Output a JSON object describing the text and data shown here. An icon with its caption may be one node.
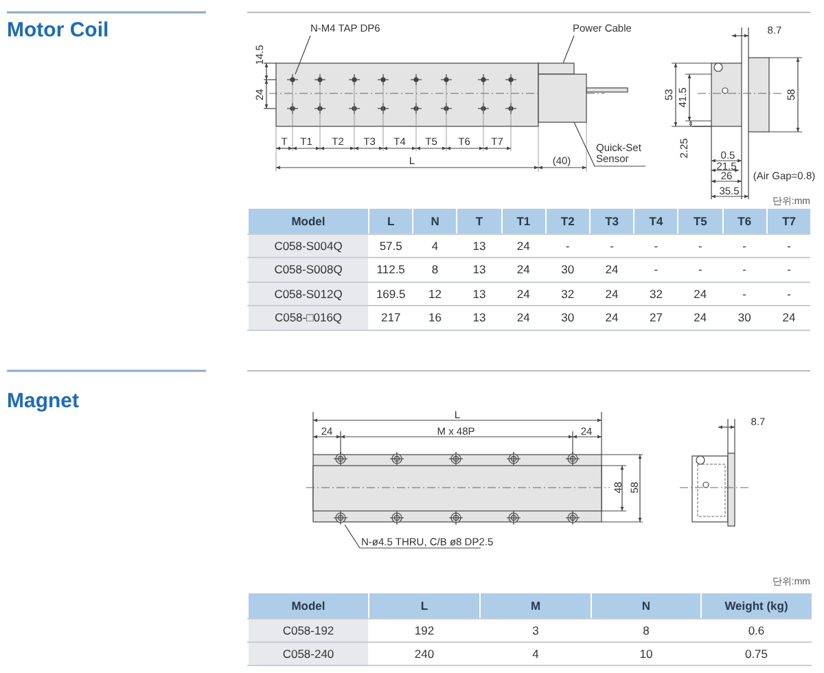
{
  "diagram": {
    "nodes": [
      {
        "text": [
          "N-M4 TAP DP6"
        ]
      },
      {
        "text": [
          "Power Cable"
        ]
      },
      {
        "text": [
          "Quick-Set Sensor"
        ]
      },
      {
        "text": [
          "N-ø4.5 THRU, C/B ø8 DP2.5"
        ]
      },
      {
        "text": [],
        "shape": "circle"
      },
      {
        "text": [],
        "shape": "box"
      },
      {
        "text": [],
        "shape": "box"
      },
      {
        "text": [],
        "shape": "circle"
      }
    ],
    "edges": [
      {
        "from": 0,
        "to": 4,
        "arrow": "none"
      },
      {
        "from": 1,
        "to": 5,
        "arrow": "none"
      },
      {
        "from": 2,
        "to": 6,
        "arrow": "none"
      },
      {
        "from": 3,
        "to": 7,
        "arrow": "none"
      }
    ],
    "labels": [
      "Motor Coil",
      "14.5",
      "24",
      "T",
      "T1",
      "T2",
      "T3",
      "T4",
      "T5",
      "T6",
      "T7",
      "L",
      "(40)",
      "8.7",
      "53",
      "41.5",
      "58",
      "2.25",
      "0.5",
      "21.5",
      "26",
      "(Air Gap=0.8)",
      "35.5",
      "단위:mm",
      "Model",
      "L",
      "N",
      "T",
      "T1",
      "T2",
      "T3",
      "T4",
      "T5",
      "T6",
      "T7",
      "C058-S004Q",
      "57.5",
      "4",
      "13",
      "24",
      "-",
      "-",
      "-",
      "-",
      "-",
      "-",
      "C058-S008Q",
      "112.5",
      "8",
      "13",
      "24",
      "30",
      "24",
      "-",
      "-",
      "-",
      "-",
      "C058-S012Q",
      "169.5",
      "12",
      "13",
      "24",
      "32",
      "24",
      "32",
      "24",
      "-",
      "-",
      "C058-□016Q",
      "217",
      "16",
      "13",
      "24",
      "30",
      "24",
      "27",
      "24",
      "30",
      "24",
      "Magnet",
      "L",
      "24",
      "M x 48P",
      "24",
      "48",
      "58",
      "8.7",
      "단위:mm",
      "Model",
      "L",
      "M",
      "N",
      "Weight (kg)",
      "C058-192",
      "192",
      "3",
      "8",
      "0.6",
      "C058-240",
      "240",
      "4",
      "10",
      "0.75"
    ]
  }
}
